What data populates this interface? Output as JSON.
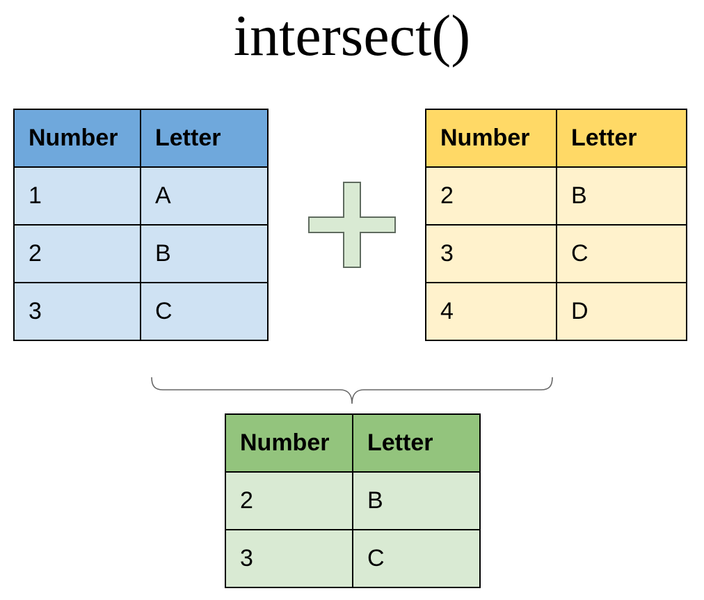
{
  "title": "intersect()",
  "colors": {
    "table_a_header": "#6fa8dc",
    "table_a_body": "#cfe2f3",
    "table_b_header": "#ffd966",
    "table_b_body": "#fff2cc",
    "result_header": "#93c47d",
    "result_body": "#d9ead3",
    "plus_fill": "#d9ead3"
  },
  "table_a": {
    "headers": [
      "Number",
      "Letter"
    ],
    "rows": [
      [
        "1",
        "A"
      ],
      [
        "2",
        "B"
      ],
      [
        "3",
        "C"
      ]
    ]
  },
  "table_b": {
    "headers": [
      "Number",
      "Letter"
    ],
    "rows": [
      [
        "2",
        "B"
      ],
      [
        "3",
        "C"
      ],
      [
        "4",
        "D"
      ]
    ]
  },
  "result": {
    "headers": [
      "Number",
      "Letter"
    ],
    "rows": [
      [
        "2",
        "B"
      ],
      [
        "3",
        "C"
      ]
    ]
  },
  "icons": {
    "operator": "plus-icon",
    "connector": "curly-brace-icon"
  }
}
